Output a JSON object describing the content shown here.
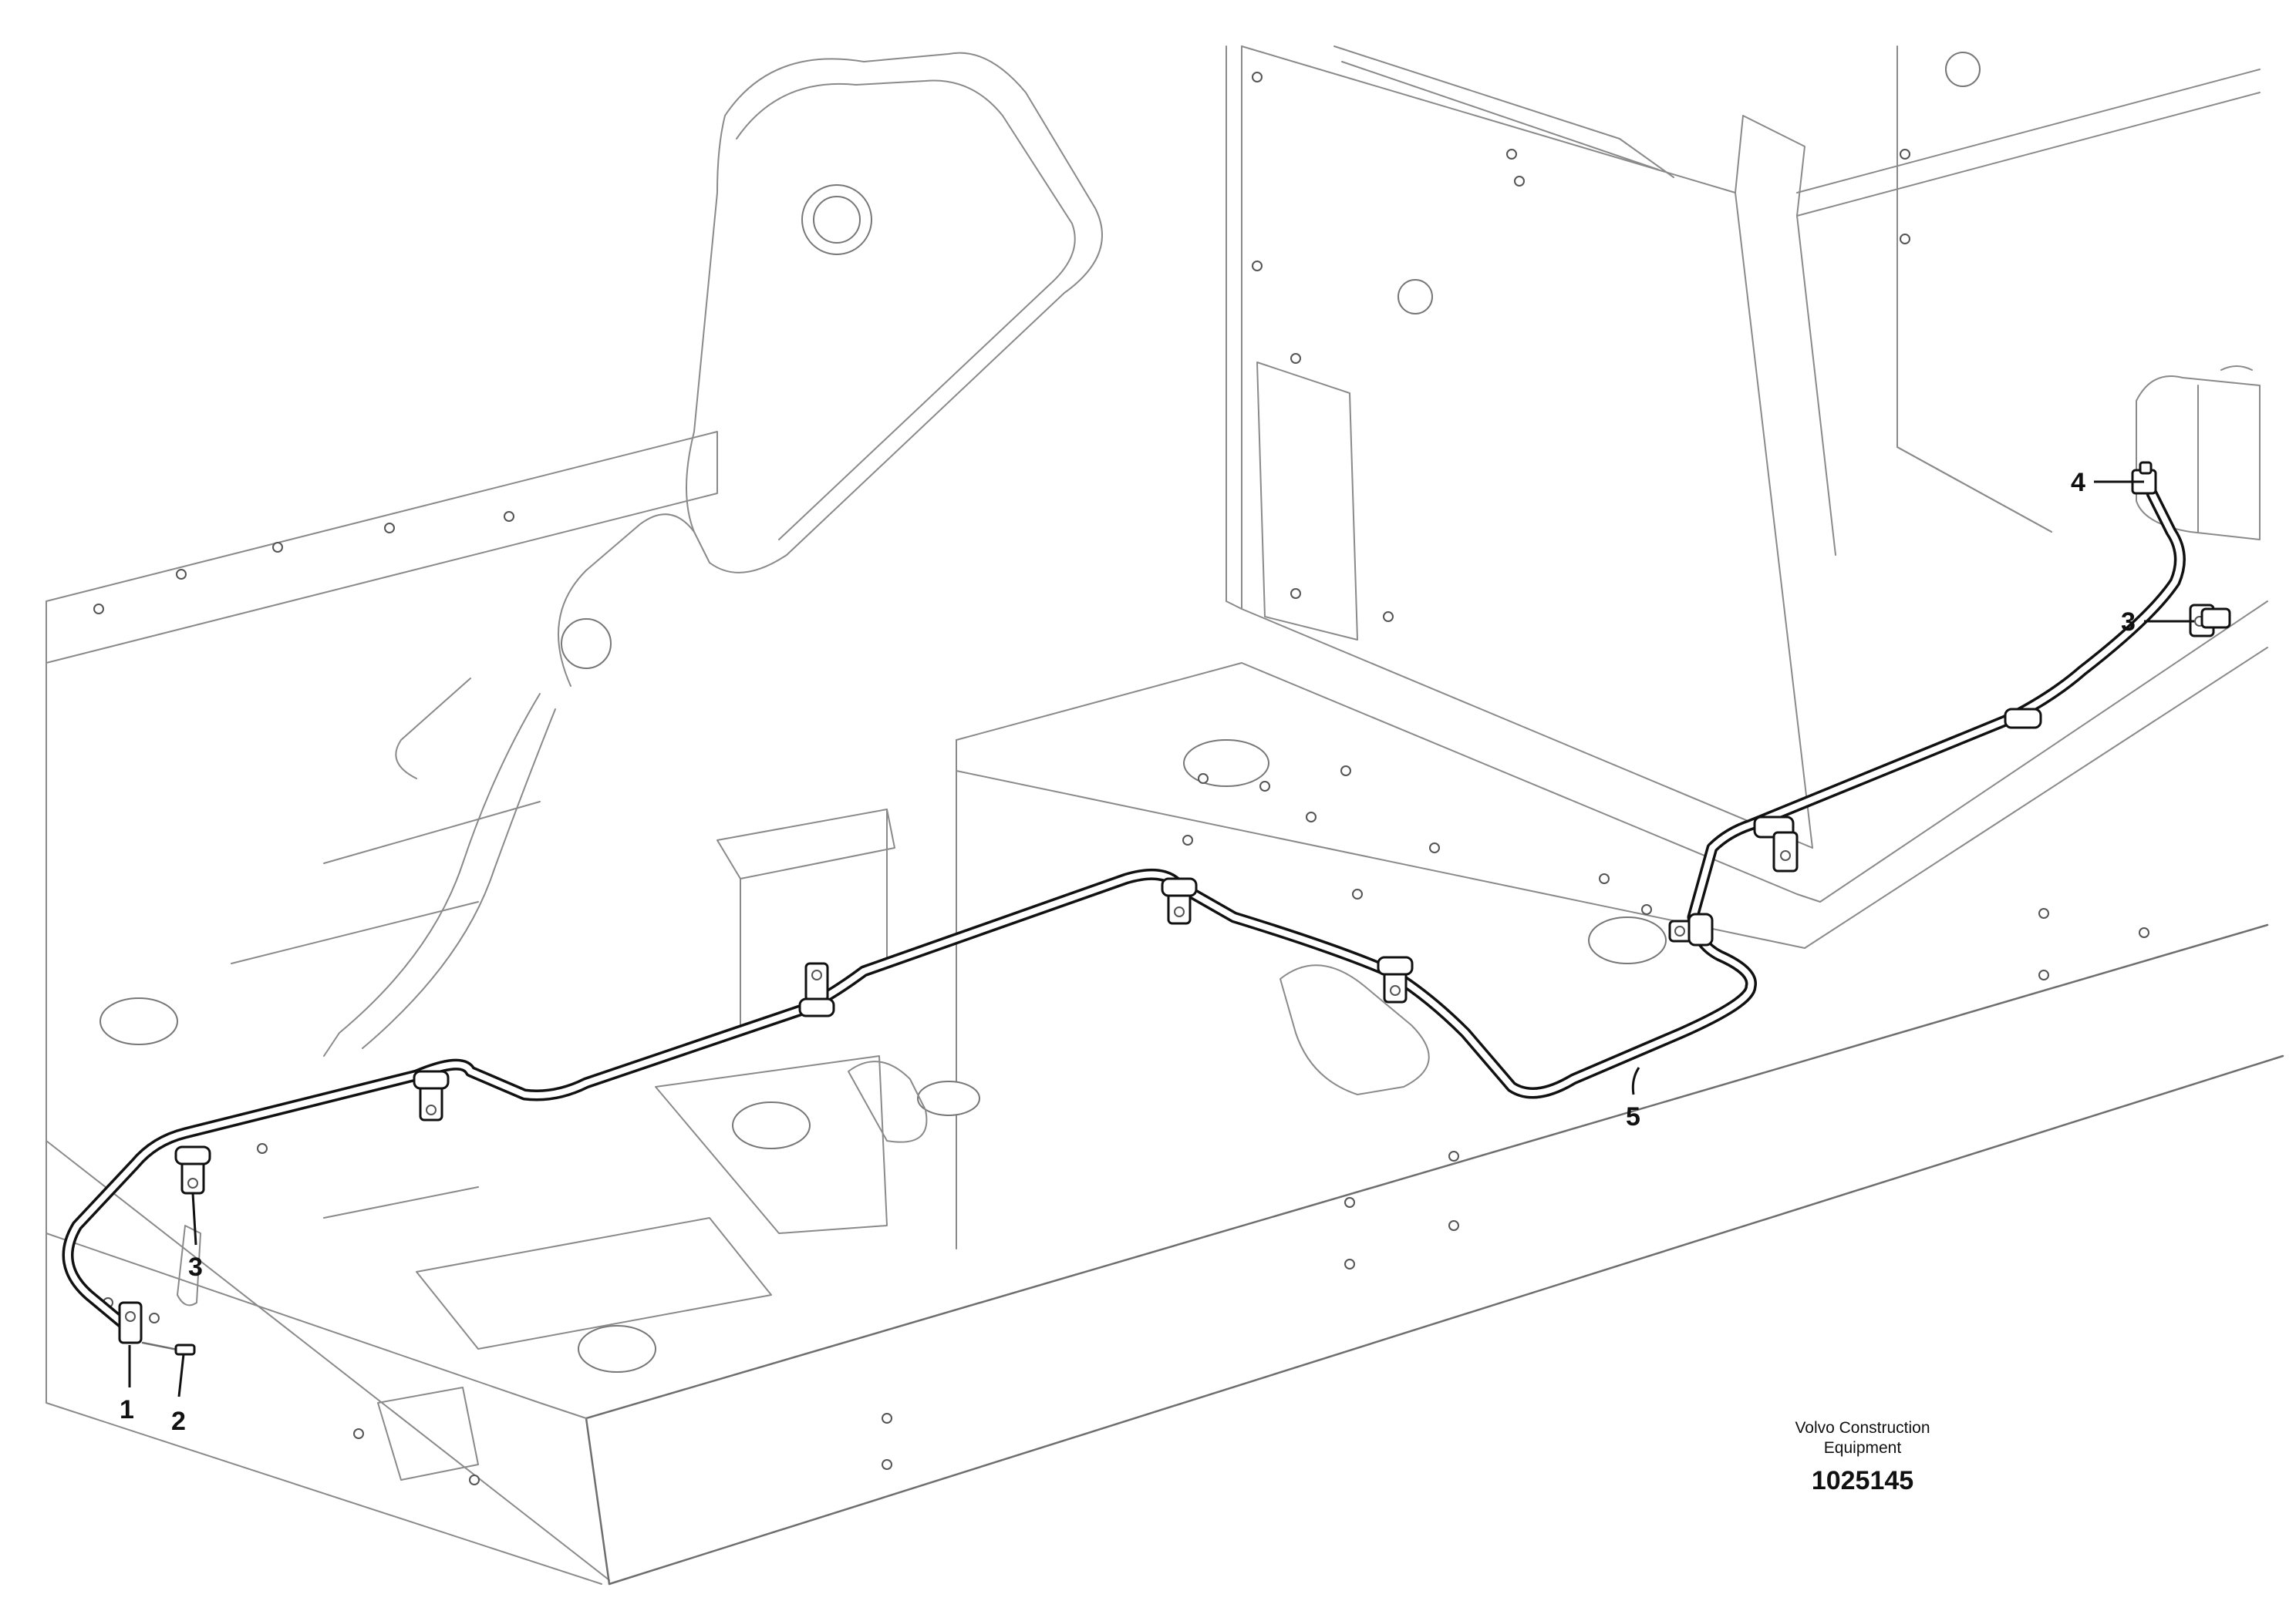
{
  "callouts": [
    {
      "id": "c1",
      "text": "1"
    },
    {
      "id": "c2",
      "text": "2"
    },
    {
      "id": "c3a",
      "text": "3"
    },
    {
      "id": "c3b",
      "text": "3"
    },
    {
      "id": "c4",
      "text": "4"
    },
    {
      "id": "c5",
      "text": "5"
    }
  ],
  "brand": {
    "line1": "Volvo Construction",
    "line2": "Equipment",
    "drawing_number": "1025145"
  }
}
